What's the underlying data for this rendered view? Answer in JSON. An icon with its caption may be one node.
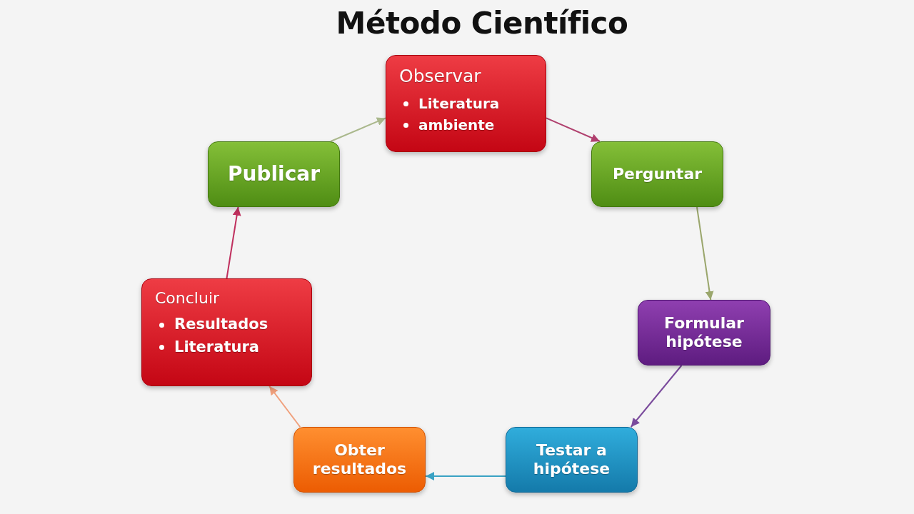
{
  "diagram": {
    "title": "Método Científico",
    "nodes": [
      {
        "text": [
          "Observar",
          "Literatura",
          "ambiente"
        ]
      },
      {
        "text": [
          "Publicar"
        ]
      },
      {
        "text": [
          "Perguntar"
        ]
      },
      {
        "text": [
          "Concluir",
          "Resultados",
          "Literatura"
        ]
      },
      {
        "text": [
          "Formular hipótese"
        ]
      },
      {
        "text": [
          "Obter resultados"
        ]
      },
      {
        "text": [
          "Testar a hipótese"
        ]
      }
    ],
    "edges": [
      {
        "from": 0,
        "to": 2,
        "arrow": "to",
        "color": "#b0406e"
      },
      {
        "from": 2,
        "to": 4,
        "arrow": "to",
        "color": "#9aa66c"
      },
      {
        "from": 4,
        "to": 6,
        "arrow": "to",
        "color": "#7a4a9c"
      },
      {
        "from": 6,
        "to": 5,
        "arrow": "to",
        "color": "#3aa2c4"
      },
      {
        "from": 5,
        "to": 3,
        "arrow": "to",
        "color": "#f0a07c"
      },
      {
        "from": 3,
        "to": 1,
        "arrow": "to",
        "color": "#c0305e"
      },
      {
        "from": 1,
        "to": 0,
        "arrow": "to",
        "color": "#aab88c"
      }
    ]
  }
}
